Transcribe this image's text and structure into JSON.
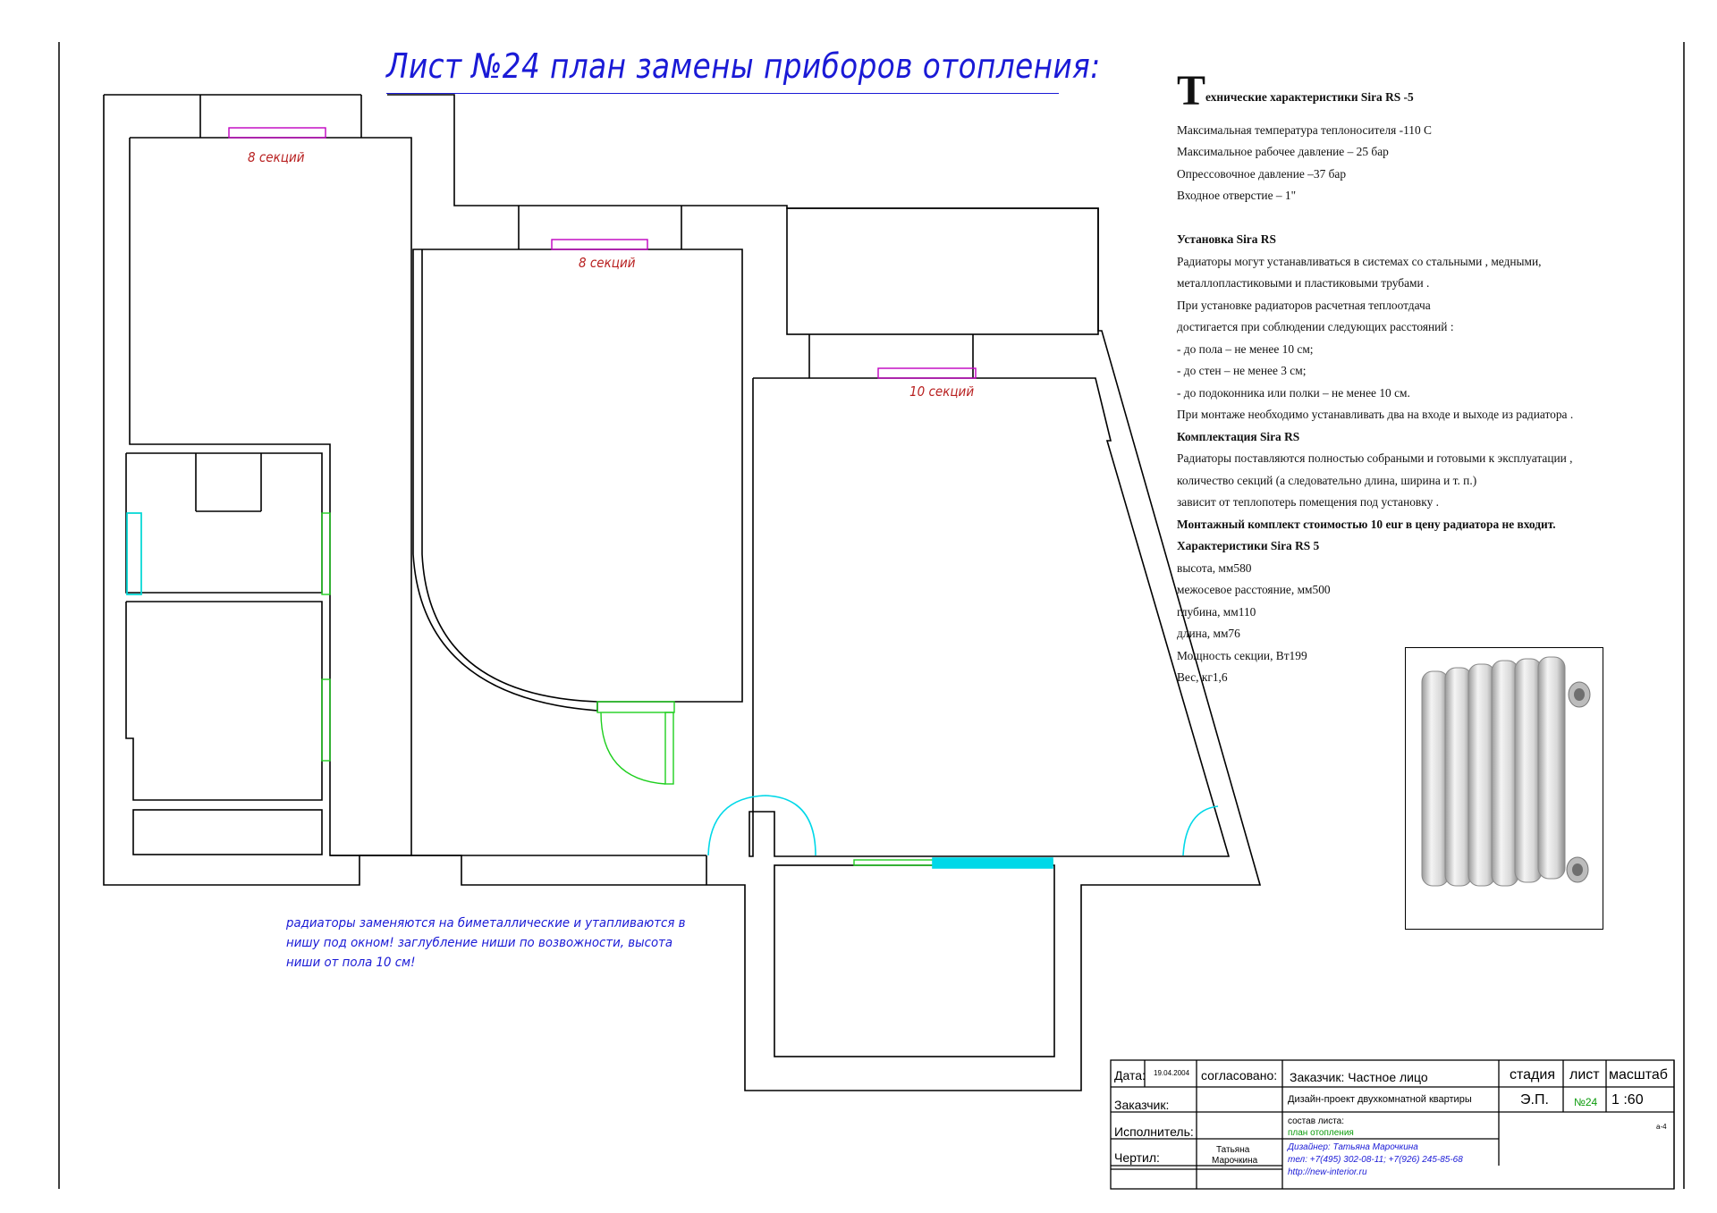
{
  "sheet_title": "Лист №24 план замены приборов отопления:",
  "radiator_labels": {
    "left_room": "8 секций",
    "middle_room": "8 секций",
    "right_room": "10 секций"
  },
  "note_lines": [
    "радиаторы заменяются на биметаллические и утапливаются в",
    "нишу под окном! заглубление ниши по возвожности, высота",
    "ниши от пола 10 см!"
  ],
  "specs": {
    "title_initial": "Т",
    "title_rest": "ехнические характеристики Sira RS -5",
    "lines": [
      "Максимальная температура теплоносителя -110 С",
      "Максимальное рабочее давление – 25 бар",
      "Опрессовочное давление –37 бар",
      "Входное отверстие – 1\""
    ],
    "install_title": "Установка Sira RS",
    "install_lines": [
      "Радиаторы могут устанавливаться в системах со стальными , медными,",
      "металлопластиковыми и пластиковыми трубами .",
      " При установке радиаторов расчетная теплоотдача",
      "достигается при соблюдении следующих расстояний :",
      "- до пола – не менее 10 см;",
      "- до стен – не менее 3 см;",
      "- до подоконника или полки – не менее 10 см.",
      "При монтаже необходимо устанавливать два  на входе и выходе из радиатора ."
    ],
    "kit_title": "Комплектация Sira RS",
    "kit_lines": [
      "Радиаторы поставляются полностью собраными и готовыми к эксплуатации ,",
      "количество секций (а следовательно длина, ширина и т. п.)",
      " зависит от теплопотерь помещения под установку ."
    ],
    "kit_note": "Монтажный комплект стоимостью  10 eur в цену радиатора не входит.",
    "chars_title": "Характеристики Sira RS 5",
    "chars_lines": [
      " высота, мм580",
      "межосевое расстояние, мм500",
      "глубина, мм110",
      "длина, мм76",
      "Мощность секции, Вт199",
      "Вес, кг1,6"
    ]
  },
  "title_block": {
    "date_label": "Дата:",
    "date_value": "19.04.2004",
    "agreed_label": "согласовано:",
    "customer_header": "Заказчик: Частное лицо",
    "stage_label": "стадия",
    "sheet_label": "лист",
    "scale_label": "масштаб",
    "customer_label": "Заказчик:",
    "project_name": "Дизайн-проект двухкомнатной квартиры",
    "stage_value": "Э.П.",
    "sheet_value": "№24",
    "scale_value": "1 :60",
    "format_value": "а-4",
    "executor_label": "Исполнитель:",
    "content_label": "состав листа:",
    "content_value": "план отопления",
    "drawn_label": "Чертил:",
    "drawn_name_1": "Татьяна",
    "drawn_name_2": "Марочкина",
    "designer_line": "Дизайнер: Татьяна Марочкина",
    "phone_line": "тел: +7(495) 302-08-11; +7(926) 245-85-68",
    "site_line": "http://new-interior.ru"
  },
  "colors": {
    "title_blue": "#1a1ad6",
    "label_red": "#b82020",
    "radiator_magenta": "#c000c0",
    "door_green": "#1fcf1f",
    "window_cyan": "#00d8e8"
  }
}
